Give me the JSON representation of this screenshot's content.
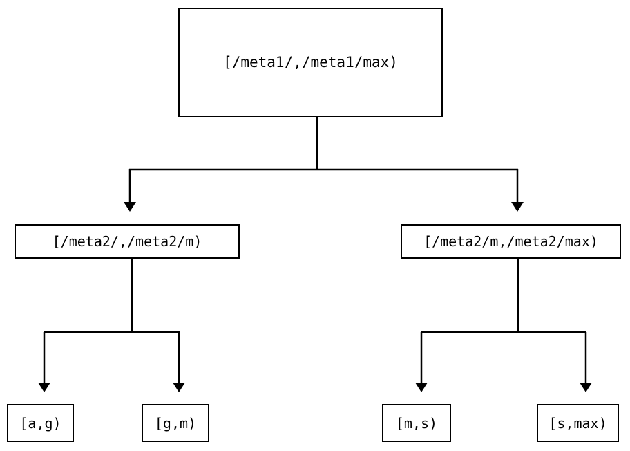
{
  "diagram": {
    "title_text": "",
    "type": "binary-tree",
    "background_color": "#ffffff",
    "line_color": "#000000",
    "box_border_color": "#000000",
    "box_fill_color": "#ffffff",
    "text_color": "#000000",
    "nodes": {
      "root": {
        "label": "[/meta1/,/meta1/max)"
      },
      "mid_left": {
        "label": "[/meta2/,/meta2/m)"
      },
      "mid_right": {
        "label": "[/meta2/m,/meta2/max)"
      },
      "leaf_1": {
        "label": "[a,g)"
      },
      "leaf_2": {
        "label": "[g,m)"
      },
      "leaf_3": {
        "label": "[m,s)"
      },
      "leaf_4": {
        "label": "[s,max)"
      }
    }
  }
}
